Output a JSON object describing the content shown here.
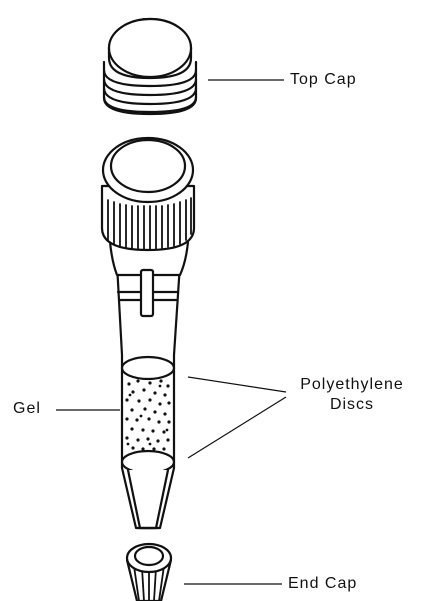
{
  "labels": {
    "top_cap": "Top Cap",
    "gel": "Gel",
    "polyethylene_line1": "Polyethylene",
    "polyethylene_line2": "Discs",
    "end_cap": "End Cap"
  },
  "colors": {
    "stroke": "#111111",
    "fill": "#ffffff"
  }
}
